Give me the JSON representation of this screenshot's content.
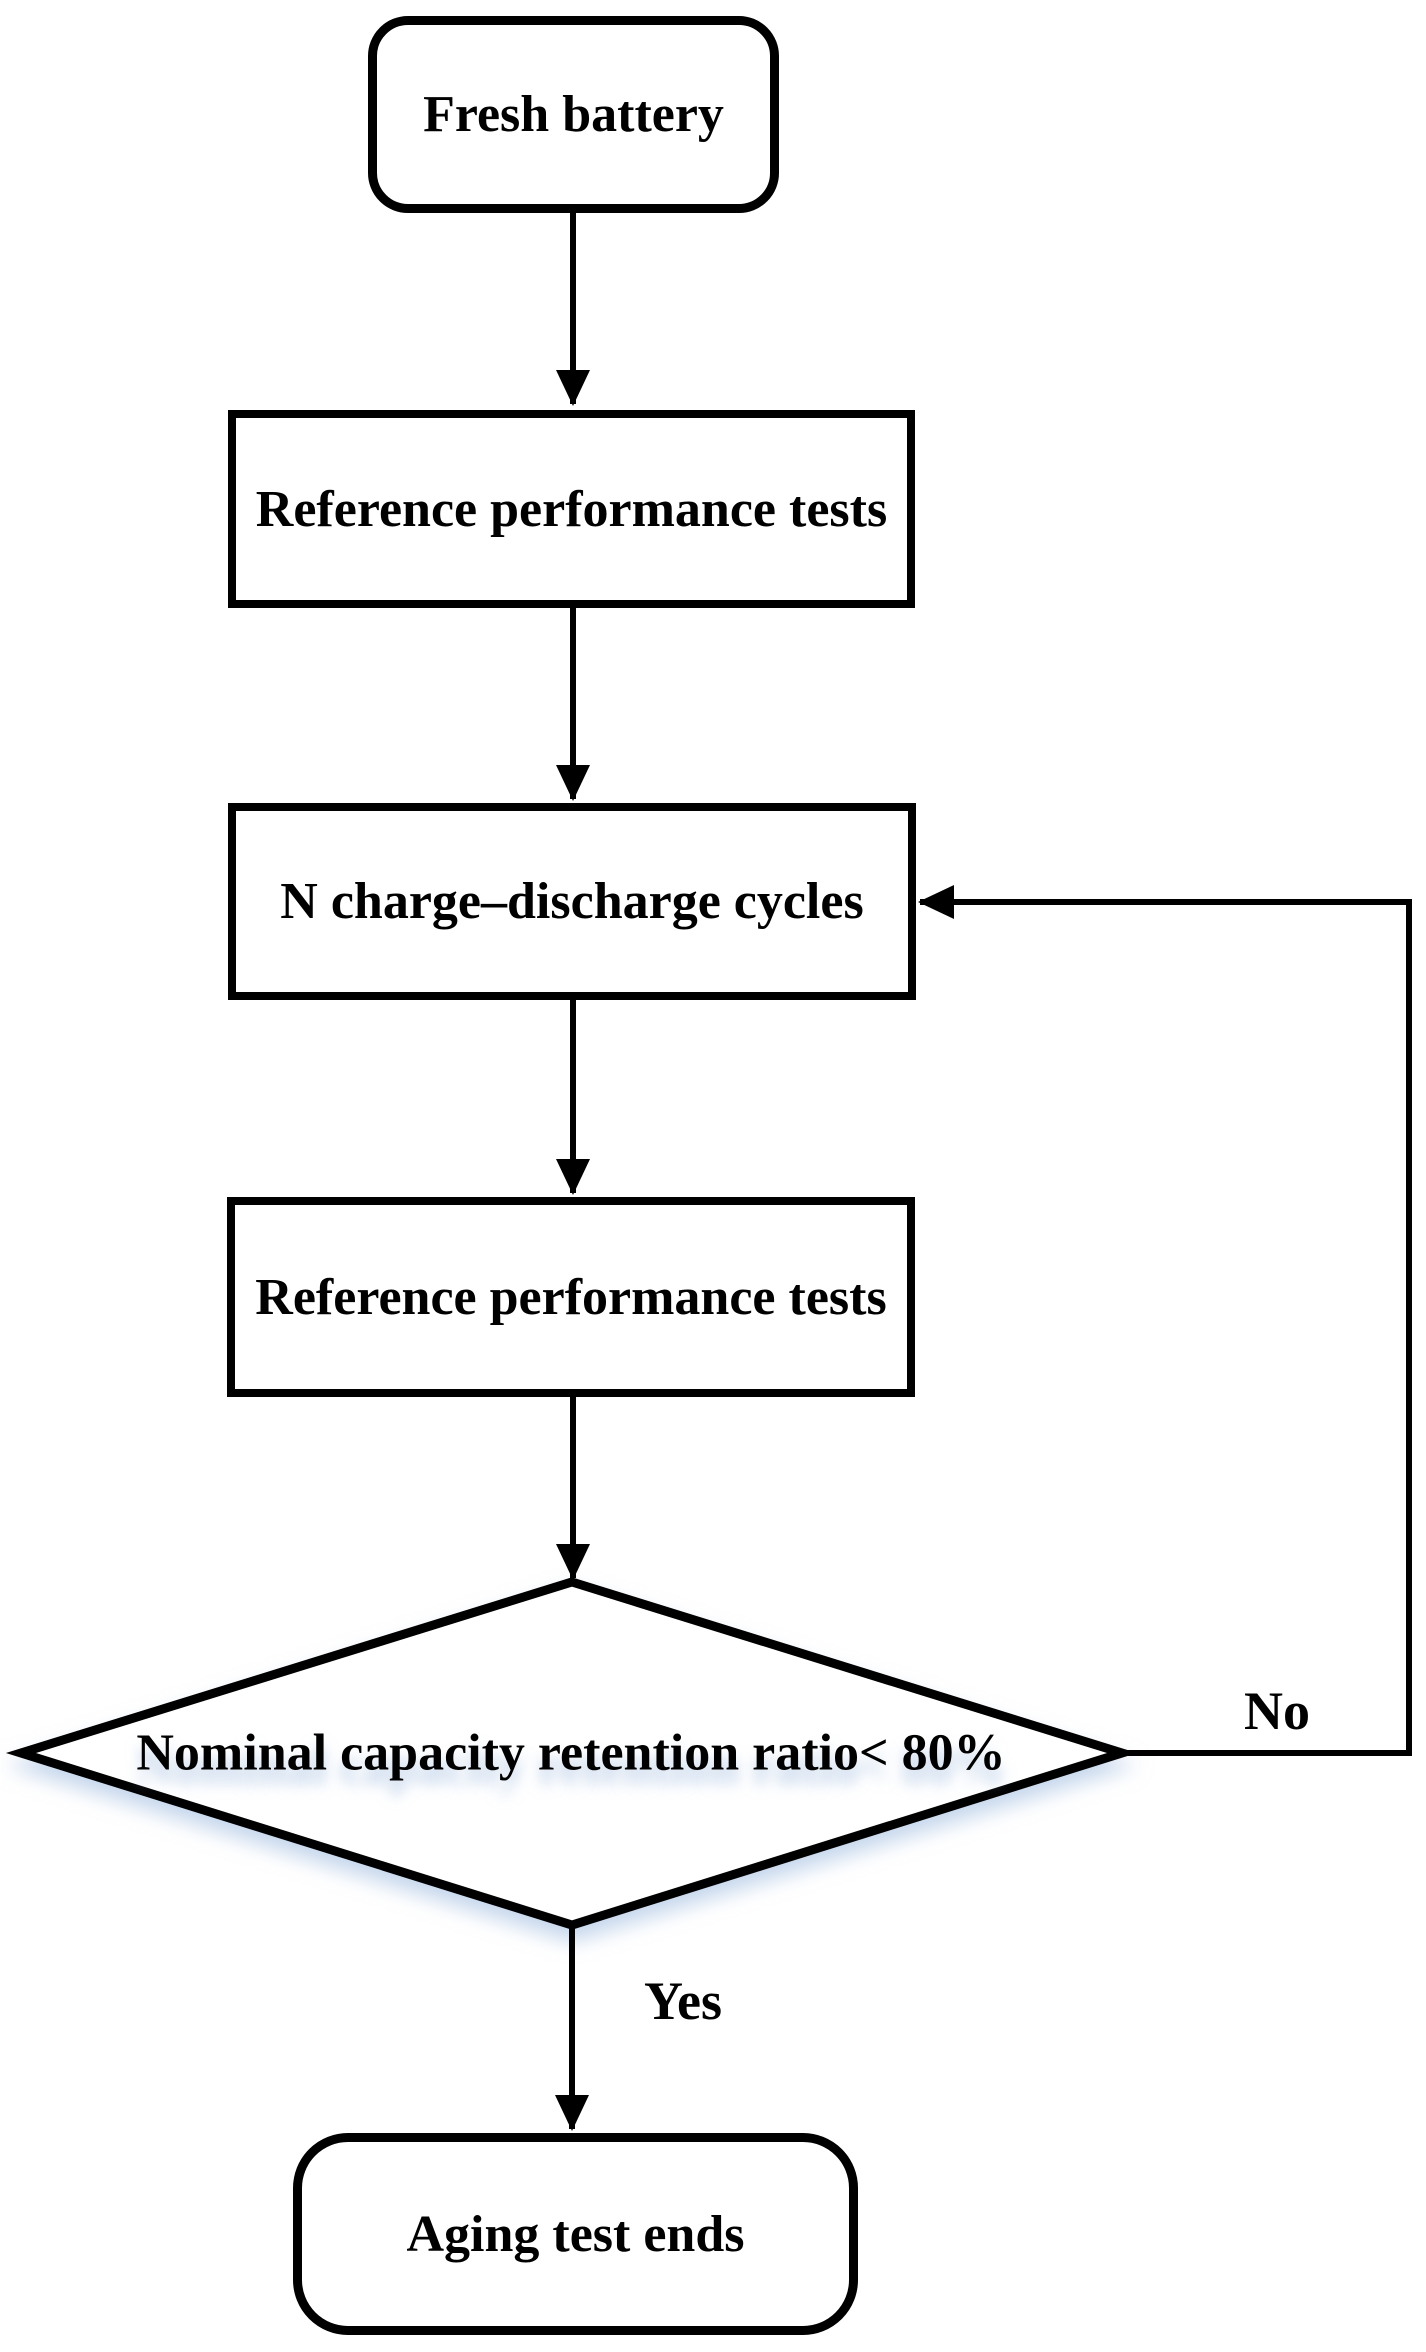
{
  "diagram": {
    "title": "Battery aging test flowchart",
    "nodes": {
      "start": {
        "label": "Fresh battery",
        "shape": "rounded-terminator"
      },
      "rpt1": {
        "label": "Reference performance tests",
        "shape": "process-rectangle"
      },
      "cycles": {
        "label": "N charge–discharge cycles",
        "shape": "process-rectangle"
      },
      "rpt2": {
        "label": "Reference performance tests",
        "shape": "process-rectangle"
      },
      "decision": {
        "label": "Nominal capacity retention ratio< 80%",
        "shape": "decision-diamond"
      },
      "end": {
        "label": "Aging test ends",
        "shape": "rounded-terminator"
      }
    },
    "edges": {
      "start_to_rpt1": {
        "from": "start",
        "to": "rpt1",
        "label": ""
      },
      "rpt1_to_cycles": {
        "from": "rpt1",
        "to": "cycles",
        "label": ""
      },
      "cycles_to_rpt2": {
        "from": "cycles",
        "to": "rpt2",
        "label": ""
      },
      "rpt2_to_decision": {
        "from": "rpt2",
        "to": "decision",
        "label": ""
      },
      "decision_yes": {
        "from": "decision",
        "to": "end",
        "label": "Yes"
      },
      "decision_no": {
        "from": "decision",
        "to": "cycles",
        "label": "No"
      }
    },
    "colors": {
      "stroke": "#000000",
      "background": "#ffffff",
      "glow": "#b9cde8"
    }
  }
}
